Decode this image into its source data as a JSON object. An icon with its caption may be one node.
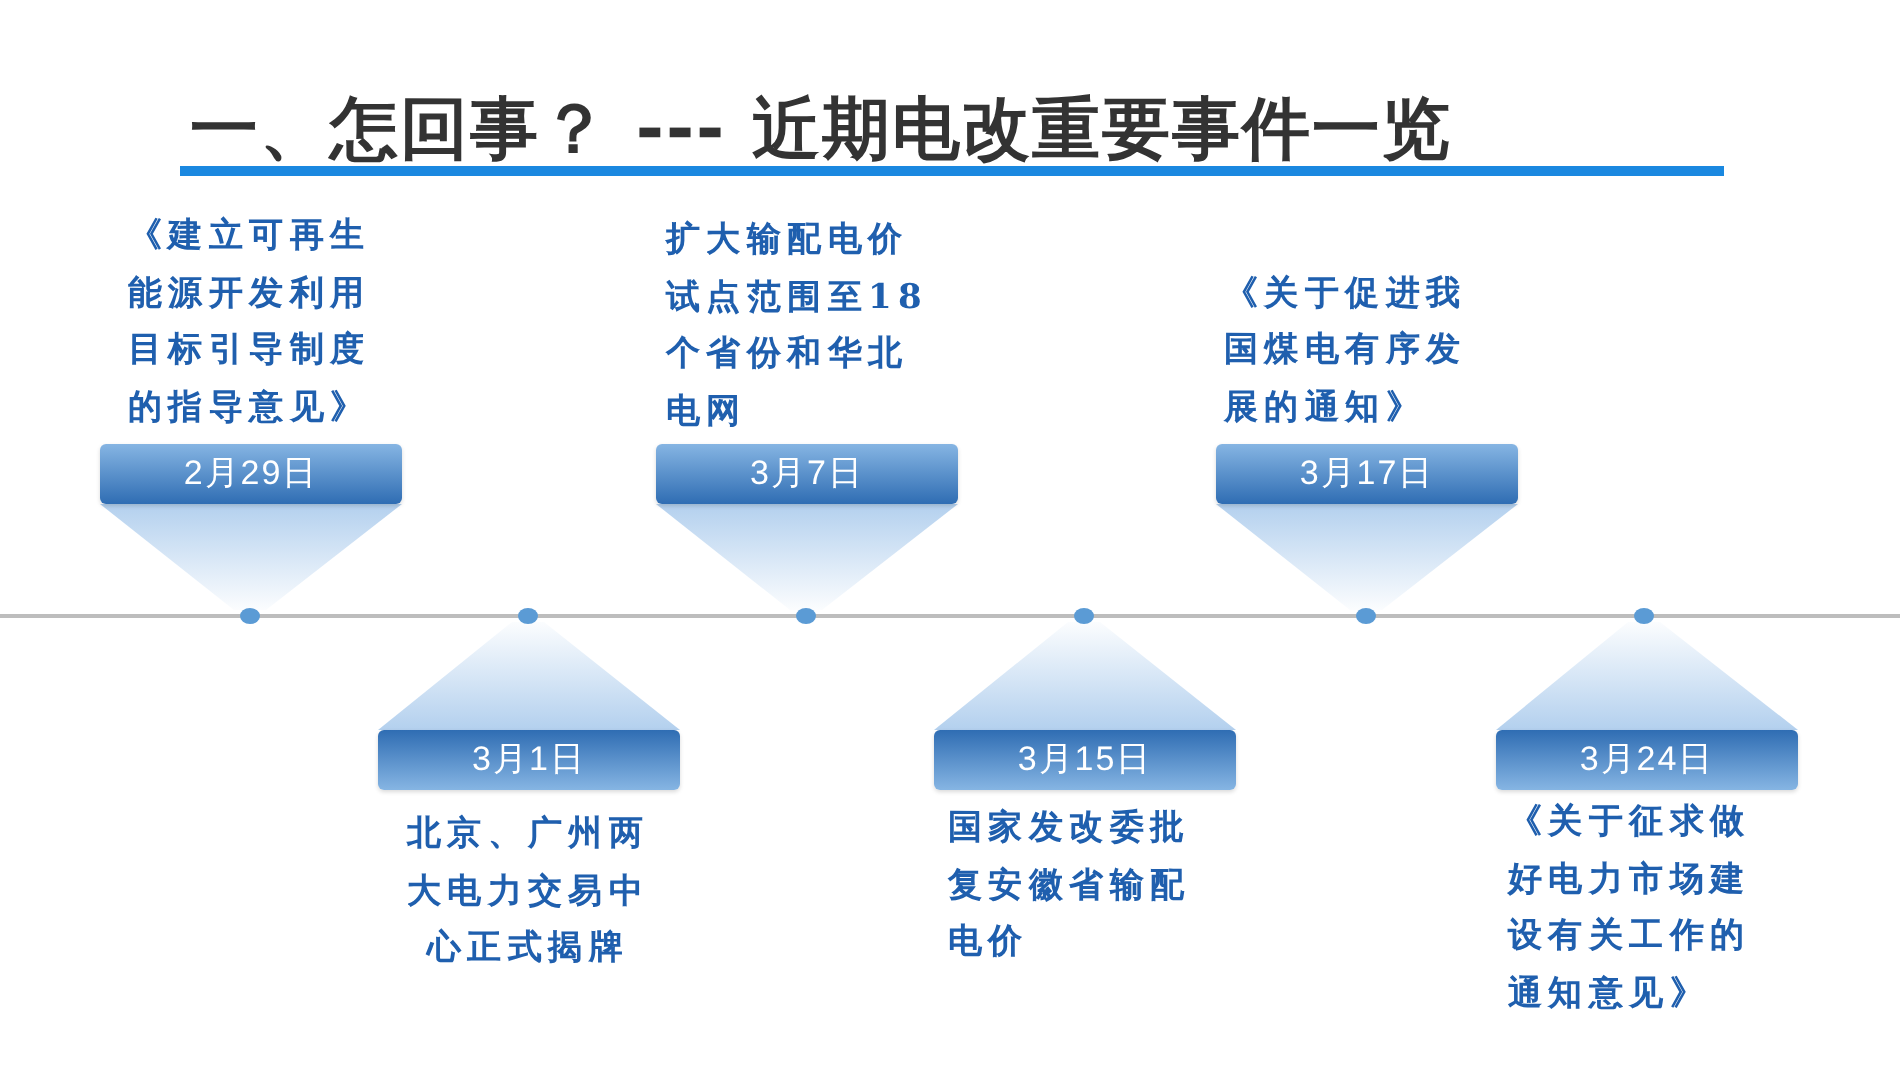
{
  "diagram": {
    "title": "一、怎回事？ --- 近期电改重要事件一览",
    "nodes": [
      {
        "text": [
          "2月29日"
        ],
        "beside": [
          "《建立可再生能源开发利用目标引导制度的指导意见》"
        ]
      },
      {
        "text": [
          "3月1日"
        ],
        "beside": [
          "北京、广州两大电力交易中心正式揭牌"
        ]
      },
      {
        "text": [
          "3月7日"
        ],
        "beside": [
          "扩大输配电价试点范围至18个省份和华北电网"
        ]
      },
      {
        "text": [
          "3月15日"
        ],
        "beside": [
          "国家发改委批复安徽省输配电价"
        ]
      },
      {
        "text": [
          "3月17日"
        ],
        "beside": [
          "《关于促进我国煤电有序发展的通知》"
        ]
      },
      {
        "text": [
          "3月24日"
        ],
        "beside": [
          "《关于征求做好电力市场建设有关工作的通知意见》"
        ]
      }
    ]
  }
}
